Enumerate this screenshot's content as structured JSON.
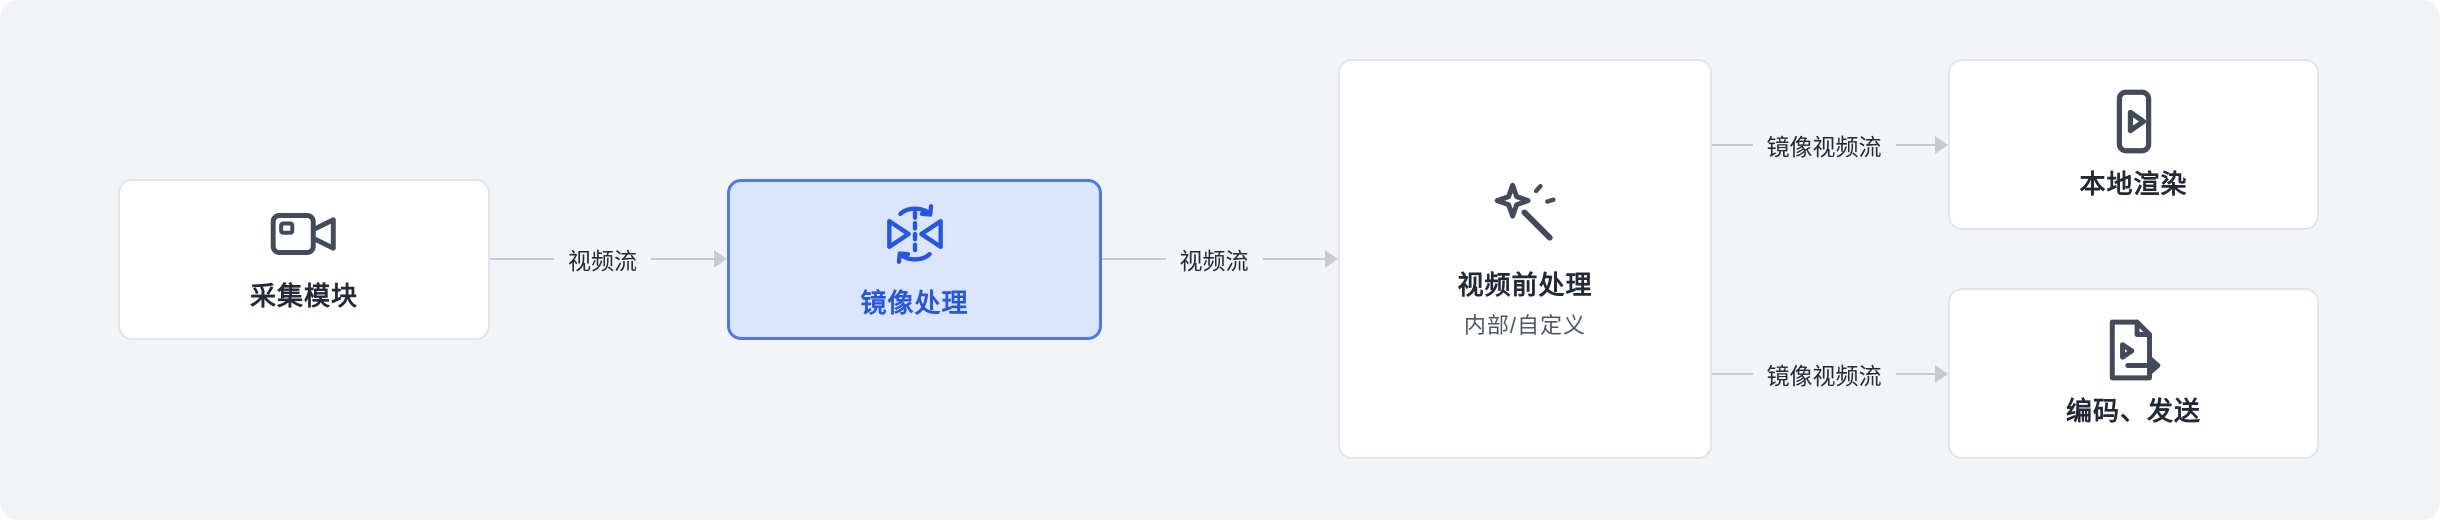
{
  "diagram": {
    "nodes": {
      "capture": {
        "label": "采集模块",
        "icon": "video-camera-icon"
      },
      "mirror": {
        "label": "镜像处理",
        "icon": "mirror-flip-icon",
        "highlighted": true
      },
      "preprocess": {
        "label": "视频前处理",
        "sublabel": "内部/自定义",
        "icon": "magic-wand-icon"
      },
      "local_render": {
        "label": "本地渲染",
        "icon": "phone-play-icon"
      },
      "encode_send": {
        "label": "编码、发送",
        "icon": "document-send-icon"
      }
    },
    "edges": {
      "capture_to_mirror": {
        "label": "视频流"
      },
      "mirror_to_preprocess": {
        "label": "视频流"
      },
      "preprocess_to_local_render": {
        "label": "镜像视频流"
      },
      "preprocess_to_encode_send": {
        "label": "镜像视频流"
      }
    },
    "colors": {
      "background": "#f2f4f7",
      "node_bg": "#ffffff",
      "node_border": "#e2e5ea",
      "node_text": "#222a36",
      "sub_text": "#4f5866",
      "highlight_bg": "#dbe5fd",
      "highlight_border": "#4b79f7",
      "highlight_text": "#2457e8",
      "arrow": "#c5cad3",
      "icon": "#414b5a"
    }
  }
}
